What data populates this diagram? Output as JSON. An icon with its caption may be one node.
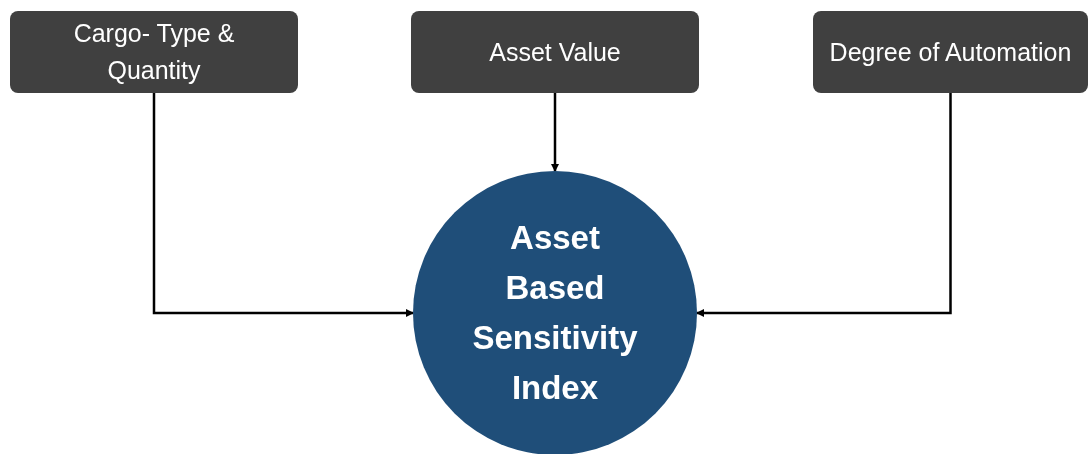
{
  "diagram": {
    "nodes": [
      {
        "text": [
          "Cargo- Type & Quantity"
        ]
      },
      {
        "text": [
          "Asset Value"
        ]
      },
      {
        "text": [
          "Degree of Automation"
        ]
      },
      {
        "text": [
          "Asset Based Sensitivity Index"
        ]
      }
    ],
    "edges": [
      {
        "from": 0,
        "to": 3,
        "arrow": "to"
      },
      {
        "from": 1,
        "to": 3,
        "arrow": "to"
      },
      {
        "from": 2,
        "to": 3,
        "arrow": "to"
      }
    ]
  }
}
